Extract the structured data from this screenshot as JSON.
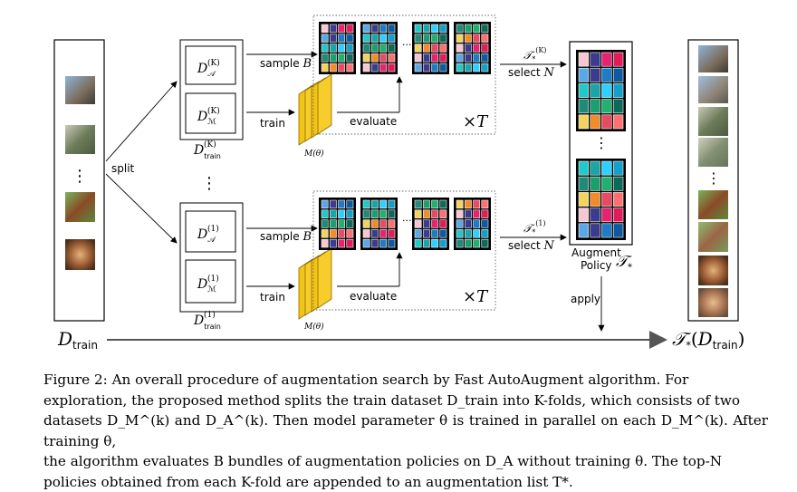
{
  "diagram": {
    "split_label": "split",
    "sample_label": "sample",
    "train_label": "train",
    "evaluate_label": "evaluate",
    "select_label": "select",
    "apply_label": "apply",
    "augment_policy_line1": "Augment",
    "augment_policy_line2": "Policy",
    "model_label": "M(θ)",
    "times_T": "×T",
    "ellipsis": "...",
    "vdots": "⋮",
    "dtrain_left": "D_train",
    "dtrain_right": "T*(D_train)",
    "top_fold": {
      "da": "D_A^(K)",
      "dm": "D_M^(K)",
      "dtrain": "D_train^(K)",
      "policy": "T*^(K)",
      "var_B": "B",
      "var_N": "N"
    },
    "bottom_fold": {
      "da": "D_A^(1)",
      "dm": "D_M^(1)",
      "dtrain": "D_train^(1)",
      "policy": "T*^(1)",
      "var_B": "B",
      "var_N": "N"
    },
    "policy_colors": [
      [
        "#f7c6d3",
        "#3b3b8f",
        "#e7236f",
        "#e21c5b"
      ],
      [
        "#5aa8e8",
        "#3b3b8f",
        "#1d7cc4",
        "#0e5aa0"
      ],
      [
        "#21c9c9",
        "#1aa6a6",
        "#2dd1ff",
        "#13a1c9"
      ],
      [
        "#1f8a77",
        "#1aa06f",
        "#20b070",
        "#0b6a5a"
      ],
      [
        "#f2d45c",
        "#f28c28",
        "#e84a5f",
        "#ff7070"
      ]
    ]
  },
  "caption": {
    "line1": "Figure 2: An overall procedure of augmentation search by Fast AutoAugment algorithm.  For",
    "line2": "exploration, the proposed method splits the train dataset D_train into K-folds, which consists of two",
    "line3": "datasets D_M^(k) and D_A^(k). Then model parameter θ is trained in parallel on each D_M^(k). After training θ,",
    "line4": "the algorithm evaluates B bundles of augmentation policies on D_A without training θ. The top-N",
    "line5": "policies obtained from each K-fold are appended to an augmentation list T*."
  }
}
